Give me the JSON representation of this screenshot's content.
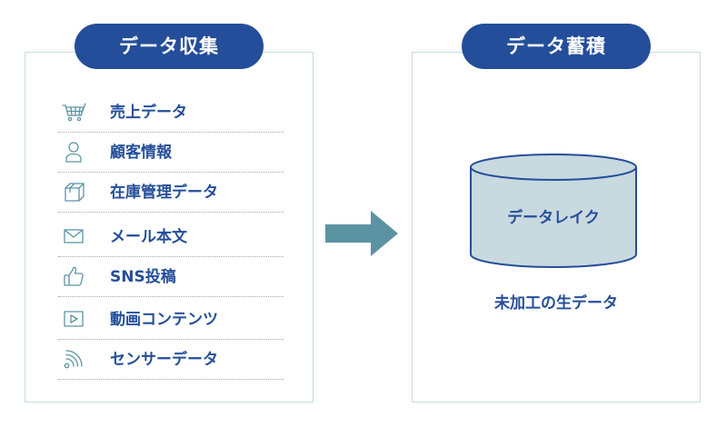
{
  "collection": {
    "title": "データ収集",
    "items": [
      {
        "label": "売上データ",
        "icon": "shopping-cart-icon"
      },
      {
        "label": "顧客情報",
        "icon": "person-icon"
      },
      {
        "label": "在庫管理データ",
        "icon": "package-box-icon"
      },
      {
        "label": "メール本文",
        "icon": "envelope-icon"
      },
      {
        "label": "SNS投稿",
        "icon": "thumbs-up-icon"
      },
      {
        "label": "動画コンテンツ",
        "icon": "play-button-icon"
      },
      {
        "label": "センサーデータ",
        "icon": "wireless-signal-icon"
      }
    ]
  },
  "storage": {
    "title": "データ蓄積",
    "lake_label": "データレイク",
    "raw_label": "未加工の生データ"
  },
  "colors": {
    "primary": "#244e9a",
    "border": "#c7dde2",
    "arrow": "#5c93a3",
    "cylinder_fill": "#c8d9df",
    "cylinder_stroke": "#244e9a",
    "icon": "#5c93a3"
  }
}
